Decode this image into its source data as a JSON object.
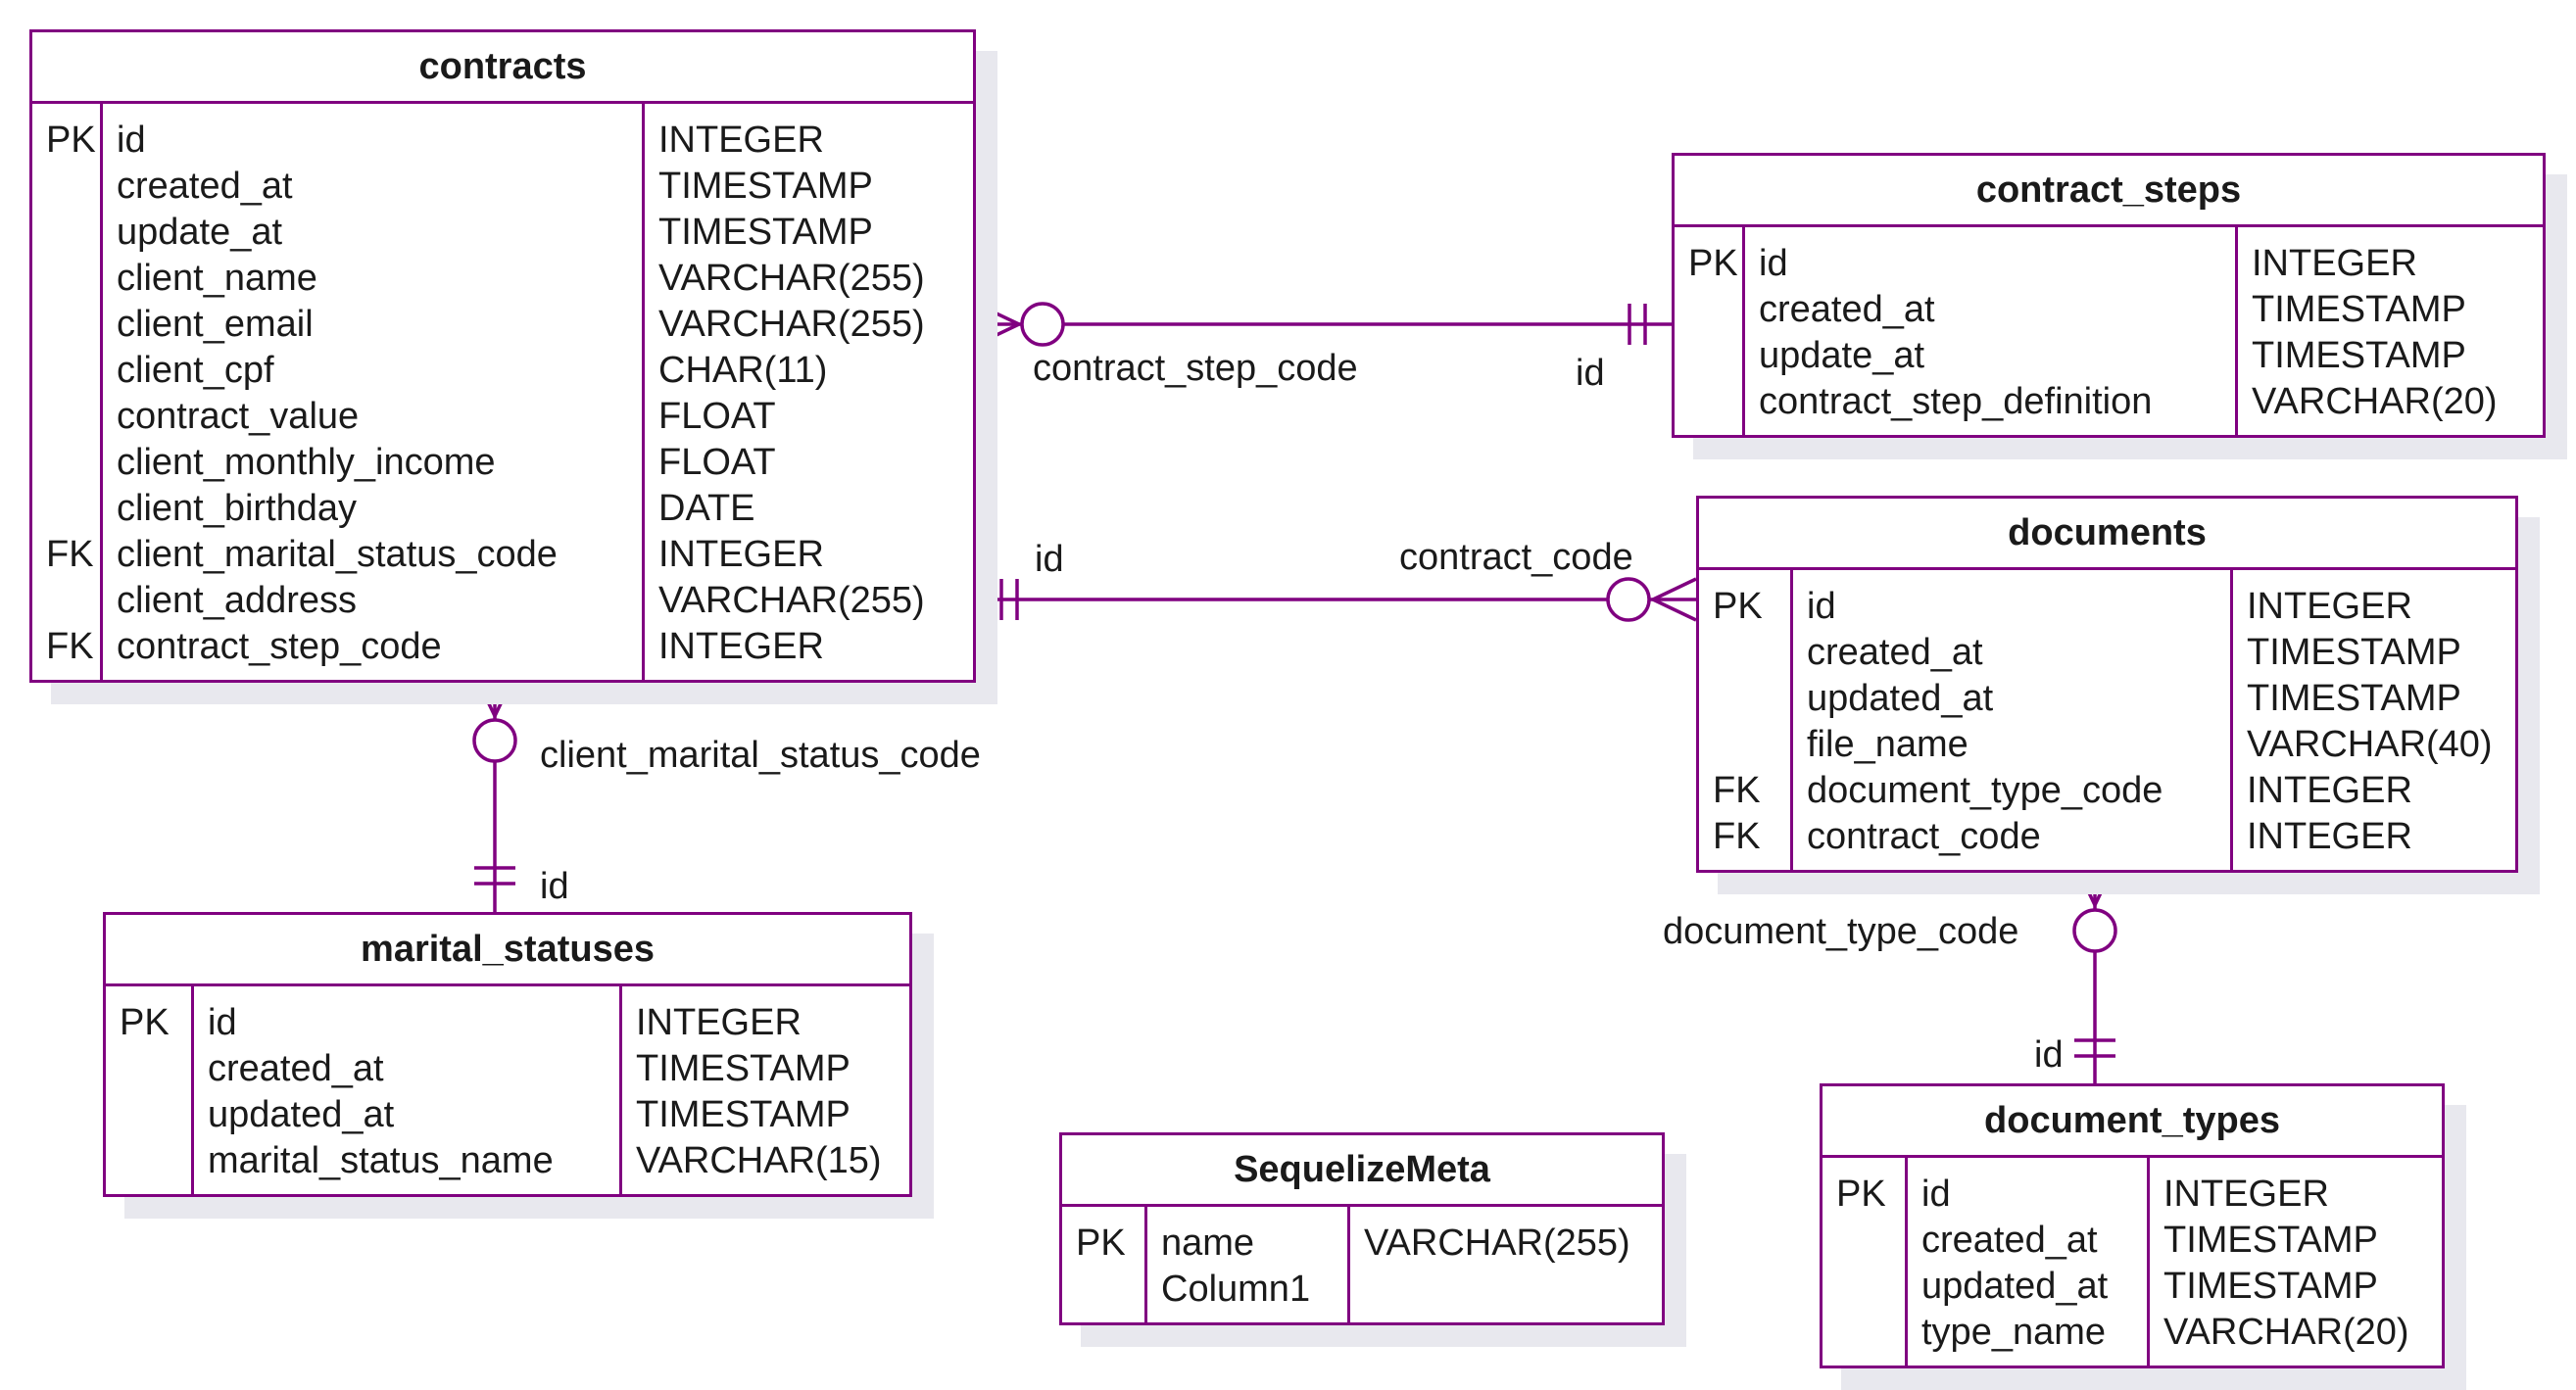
{
  "entities": {
    "contracts": {
      "name": "contracts",
      "keys": [
        "PK",
        "",
        "",
        "",
        "",
        "",
        "",
        "",
        "",
        "FK",
        "",
        "FK"
      ],
      "columns": [
        "id",
        "created_at",
        "update_at",
        "client_name",
        "client_email",
        "client_cpf",
        "contract_value",
        "client_monthly_income",
        "client_birthday",
        "client_marital_status_code",
        "client_address",
        "contract_step_code"
      ],
      "types": [
        "INTEGER",
        "TIMESTAMP",
        "TIMESTAMP",
        "VARCHAR(255)",
        "VARCHAR(255)",
        "CHAR(11)",
        "FLOAT",
        "FLOAT",
        "DATE",
        "INTEGER",
        "VARCHAR(255)",
        "INTEGER"
      ]
    },
    "contract_steps": {
      "name": "contract_steps",
      "keys": [
        "PK",
        "",
        "",
        ""
      ],
      "columns": [
        "id",
        "created_at",
        "update_at",
        "contract_step_definition"
      ],
      "types": [
        "INTEGER",
        "TIMESTAMP",
        "TIMESTAMP",
        "VARCHAR(20)"
      ]
    },
    "documents": {
      "name": "documents",
      "keys": [
        "PK",
        "",
        "",
        "",
        "FK",
        "FK"
      ],
      "columns": [
        "id",
        "created_at",
        "updated_at",
        "file_name",
        "document_type_code",
        "contract_code"
      ],
      "types": [
        "INTEGER",
        "TIMESTAMP",
        "TIMESTAMP",
        "VARCHAR(40)",
        "INTEGER",
        "INTEGER"
      ]
    },
    "marital_statuses": {
      "name": "marital_statuses",
      "keys": [
        "PK",
        "",
        "",
        ""
      ],
      "columns": [
        "id",
        "created_at",
        "updated_at",
        "marital_status_name"
      ],
      "types": [
        "INTEGER",
        "TIMESTAMP",
        "TIMESTAMP",
        "VARCHAR(15)"
      ]
    },
    "document_types": {
      "name": "document_types",
      "keys": [
        "PK",
        "",
        "",
        ""
      ],
      "columns": [
        "id",
        "created_at",
        "updated_at",
        "type_name"
      ],
      "types": [
        "INTEGER",
        "TIMESTAMP",
        "TIMESTAMP",
        "VARCHAR(20)"
      ]
    },
    "SequelizeMeta": {
      "name": "SequelizeMeta",
      "keys": [
        "PK",
        ""
      ],
      "columns": [
        "name",
        "Column1"
      ],
      "types": [
        "VARCHAR(255)",
        ""
      ]
    }
  },
  "relations": {
    "contracts_steps": {
      "from_label": "contract_step_code",
      "to_label": "id"
    },
    "contracts_documents": {
      "from_label": "id",
      "to_label": "contract_code"
    },
    "contracts_marital": {
      "from_label": "client_marital_status_code",
      "to_label": "id"
    },
    "documents_types": {
      "from_label": "document_type_code",
      "to_label": "id"
    }
  },
  "colors": {
    "line": "#800080",
    "shadow": "#e8e8ee"
  }
}
